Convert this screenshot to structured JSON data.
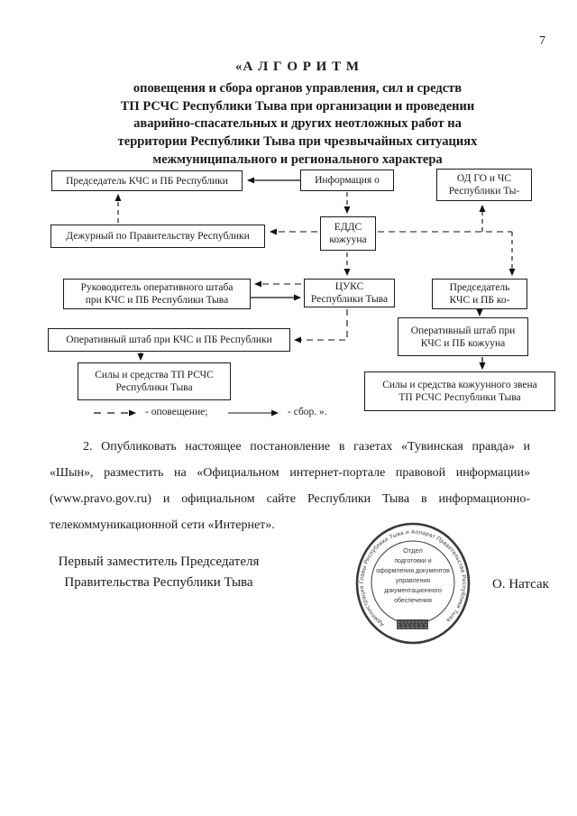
{
  "page": {
    "number": "7"
  },
  "title": {
    "heading": "«А Л Г О Р И Т М",
    "lines": [
      "оповещения и сбора органов управления, сил и средств",
      "ТП РСЧС Республики Тыва при организации и проведении",
      "аварийно-спасательных и других неотложных работ на",
      "территории Республики Тыва при чрезвычайных ситуациях",
      "межмуниципального и регионального характера"
    ]
  },
  "flowchart": {
    "boxes": {
      "chairman_republic": "Председатель КЧС и ПБ Республики",
      "information": "Информация о",
      "od_go_chs": "ОД ГО и ЧС\nРеспублики Ты-",
      "duty_officer": "Дежурный по Правительству Республики",
      "edds": "ЕДДС\nкожууна",
      "hq_head": "Руководитель оперативного штаба\nпри КЧС и ПБ Республики Тыва",
      "tsuks": "ЦУКС\nРеспублики Тыва",
      "chairman_kozhuun": "Председатель\nКЧС и ПБ ко-",
      "hq_republic": "Оперативный штаб при КЧС и ПБ Республики",
      "hq_kozhuun": "Оперативный штаб при\nКЧС и ПБ кожууна",
      "forces_republic": "Силы и средства ТП РСЧС\nРеспублики Тыва",
      "forces_kozhuun": "Силы и средства кожуунного звена\nТП РСЧС Республики Тыва"
    },
    "legend": {
      "dashed_label": "- оповещение;",
      "solid_label": "- сбор. »."
    }
  },
  "paragraph": {
    "text": "2. Опубликовать настоящее постановление в газетах «Тувинская правда» и «Шын», разместить на «Официальном интернет-портале правовой информации» (www.pravo.gov.ru) и официальном сайте Республики Тыва в информационно-телекоммуникационной сети «Интернет»."
  },
  "signature": {
    "position_line1": "Первый заместитель Председателя",
    "position_line2": "Правительства Республики Тыва",
    "name": "О. Натсак"
  },
  "stamp": {
    "ring_text": "Администрация Главы Республики Тыва и Аппарат Правительства Республики Тыва",
    "lines": [
      "Отдел",
      "подготовки и",
      "оформления документов",
      "управления",
      "документационного",
      "обеспечения"
    ]
  },
  "colors": {
    "ink": "#1a1a1a",
    "stamp": "#3a3a3a"
  }
}
